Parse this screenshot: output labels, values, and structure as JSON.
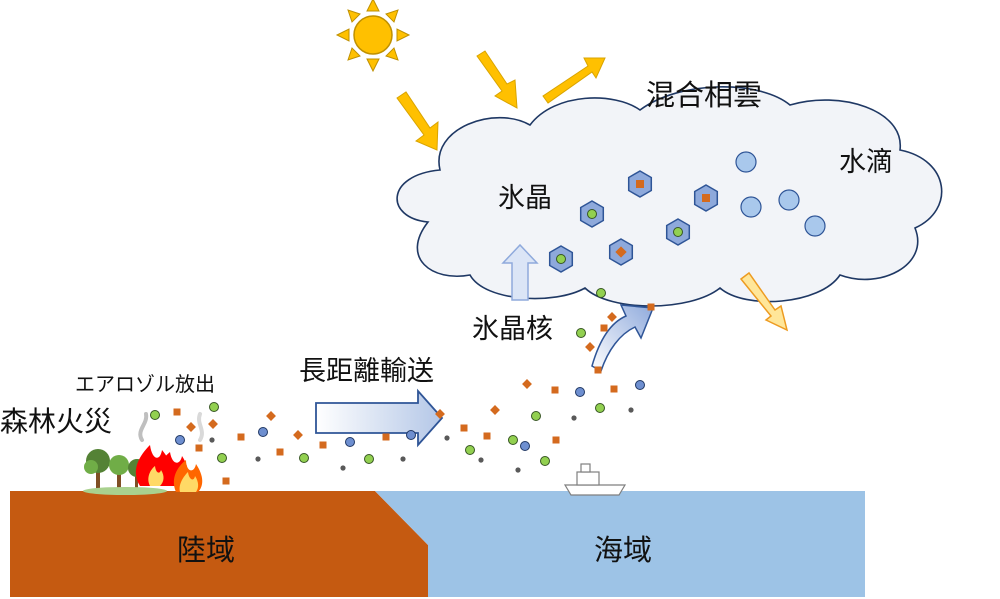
{
  "labels": {
    "cloud_title": "混合相雲",
    "water_droplets": "水滴",
    "ice_crystals": "氷晶",
    "ice_nuclei": "氷晶核",
    "long_range_transport": "長距離輸送",
    "aerosol_emission": "エアロゾル放出",
    "forest_fire": "森林火災",
    "land_area": "陸域",
    "sea_area": "海域"
  },
  "colors": {
    "land": "#c55a11",
    "sea": "#9dc3e6",
    "sun": "#ffc000",
    "ray": "#ffc000",
    "cloud_fill": "#f2f4f8",
    "cloud_stroke": "#1f3864",
    "particle_green": "#92d050",
    "particle_orange": "#d46a1e",
    "particle_blue": "#6e8fd0",
    "particle_dark": "#595959",
    "droplet": "#a9c8ec",
    "ice_hex": "#8ea9db",
    "arrow_fill": "#dbe5f6"
  },
  "icons": [
    "sun-icon",
    "tree-icon",
    "fire-icon",
    "ship-icon"
  ]
}
